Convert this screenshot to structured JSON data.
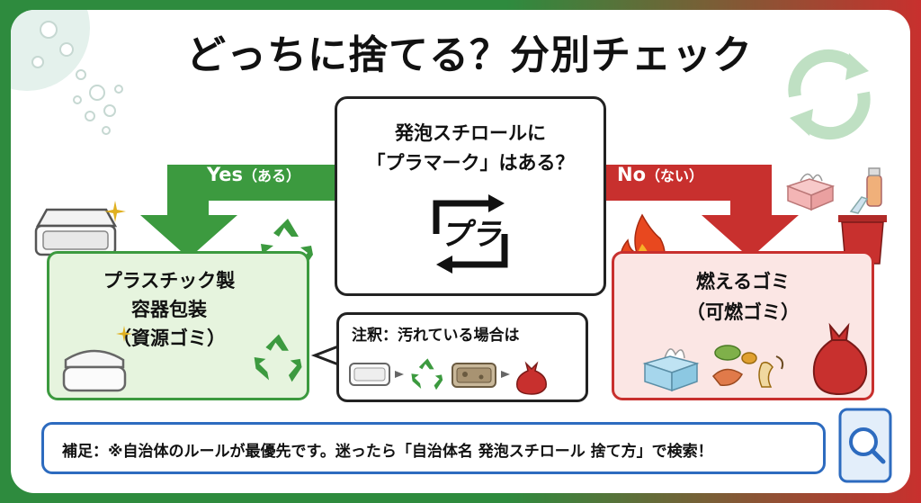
{
  "title": "どっちに捨てる？分別チェック",
  "question": {
    "line1": "発泡スチロールに",
    "line2": "「プラマーク」はある？",
    "mark_text": "プラ",
    "mark_icon": "pla-recycling-mark-icon"
  },
  "yes": {
    "label": "Yes",
    "label_sub": "（ある）",
    "result_line1": "プラスチック製",
    "result_line2": "容器包装",
    "result_line3": "（資源ゴミ）",
    "color": "#3c9a3f",
    "bg": "#e6f4de"
  },
  "no": {
    "label": "No",
    "label_sub": "（ない）",
    "result_line1": "燃えるゴミ",
    "result_line2": "（可燃ゴミ）",
    "color": "#c8302e",
    "bg": "#fbe6e4"
  },
  "note": {
    "title": "注釈：汚れている場合は",
    "flow_icons": [
      "clean-tray-icon",
      "recycle-icon",
      "dirty-tray-icon",
      "trash-bag-icon"
    ]
  },
  "footer": {
    "text": "補足：※自治体のルールが最優先です。迷ったら「自治体名 発泡スチロール 捨て方」で検索！",
    "border_color": "#2d6bbf"
  },
  "decor_icons": [
    "bubbles-icon",
    "recycle-cycle-icon",
    "tissue-box-icon",
    "spray-bottle-icon",
    "trash-bin-icon",
    "fire-icon",
    "sparkle-icon",
    "food-tray-icon",
    "clamshell-icon",
    "tissue-icon",
    "food-scraps-icon",
    "red-trash-bag-icon",
    "smartphone-search-icon"
  ]
}
